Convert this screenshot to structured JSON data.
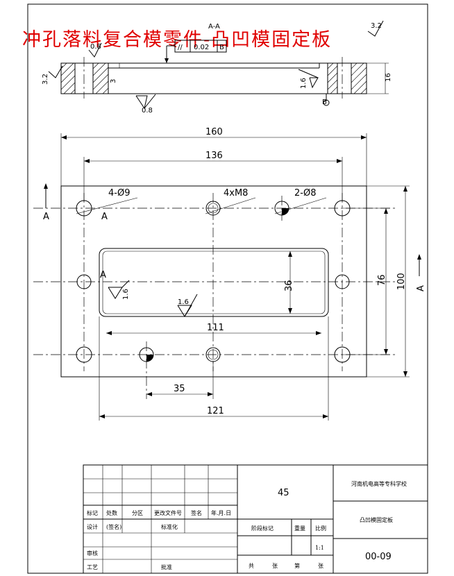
{
  "title": "冲孔落料复合模零件-凸凹模固定板",
  "section_label": "A-A",
  "tolerance_frame": {
    "symbol": "//",
    "value": "0.02",
    "datum": "B"
  },
  "surface_finish": {
    "top_left": "0.8",
    "bottom": "0.8",
    "left": "3.2",
    "right_top": "3.2",
    "right": "1.6",
    "plan_left": "1.6",
    "plan_center": "1.6"
  },
  "datum_label": "B",
  "section_markers": {
    "left": "A",
    "right": "A",
    "mid": "A",
    "inner": "A"
  },
  "dimensions": {
    "overall_length": "160",
    "hole_spacing_x": "136",
    "pocket_length": "111",
    "offset_35": "35",
    "width_121": "121",
    "pocket_width": "36",
    "hole_spacing_y": "76",
    "overall_width": "100",
    "side_thickness": "16",
    "step_depth": "3"
  },
  "callouts": {
    "holes_large": "4-Ø9",
    "threads": "4xM8",
    "dowels": "2-Ø8"
  },
  "title_block": {
    "material": "45",
    "school": "河南机电高等专科学校",
    "part_name": "凸凹模固定板",
    "drawing_no": "00-09",
    "scale_label": "比例",
    "scale_value": "1:1",
    "weight_label": "重量",
    "stage_label": "阶段标记",
    "sheets": [
      "共",
      "张",
      "第",
      "张"
    ],
    "header_row": [
      "标记",
      "处数",
      "分区",
      "更改文件号",
      "签名",
      "年.月.日"
    ],
    "row_design": [
      "设计",
      "(签名)",
      "",
      "标准化"
    ],
    "row_review": "审核",
    "row_process": "工艺",
    "approve": "批准"
  }
}
